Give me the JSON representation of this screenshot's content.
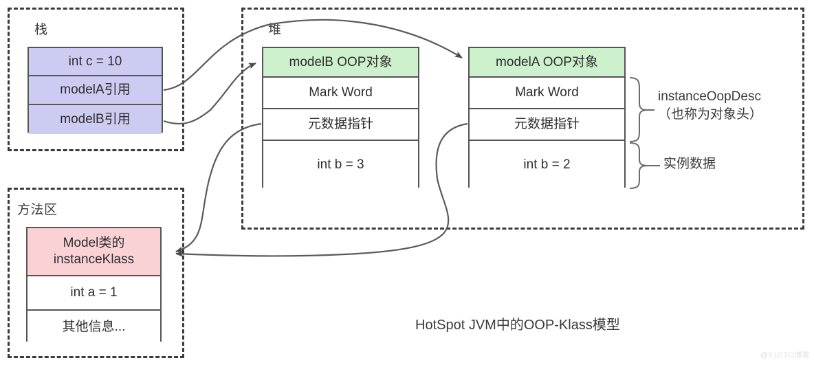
{
  "regions": {
    "stack": {
      "label": "栈"
    },
    "heap": {
      "label": "堆"
    },
    "method_area": {
      "label": "方法区"
    }
  },
  "stack_frame": {
    "name": "stack-frame-box",
    "cells": [
      {
        "text": "int c = 10",
        "fill": "purple"
      },
      {
        "text": "modelA引用",
        "fill": "purple"
      },
      {
        "text": "modelB引用",
        "fill": "purple"
      }
    ]
  },
  "oop_model_b": {
    "name": "modelB-oop-object",
    "cells": [
      {
        "text": "modelB OOP对象",
        "fill": "green"
      },
      {
        "text": "Mark Word",
        "fill": "white"
      },
      {
        "text": "元数据指针",
        "fill": "white"
      },
      {
        "text": "int b = 3",
        "fill": "white"
      }
    ]
  },
  "oop_model_a": {
    "name": "modelA-oop-object",
    "cells": [
      {
        "text": "modelA OOP对象",
        "fill": "green"
      },
      {
        "text": "Mark Word",
        "fill": "white"
      },
      {
        "text": "元数据指针",
        "fill": "white"
      },
      {
        "text": "int b = 2",
        "fill": "white"
      }
    ]
  },
  "instance_klass": {
    "name": "model-instanceKlass-box",
    "cells": [
      {
        "text": "Model类的\ninstanceKlass",
        "fill": "pink"
      },
      {
        "text": "int a = 1",
        "fill": "white"
      },
      {
        "text": "其他信息...",
        "fill": "white"
      }
    ]
  },
  "annotations": {
    "object_header": "instanceOopDesc\n（也称为对象头）",
    "instance_data": "实例数据"
  },
  "caption": "HotSpot JVM中的OOP-Klass模型",
  "watermark": "@51CTO博客",
  "colors": {
    "purple_fill": "#ccccf2",
    "green_fill": "#cdf0cd",
    "pink_fill": "#fad2d5",
    "box_border": "#555555",
    "dash_border": "#3b3b3b",
    "arrow_stroke": "#5a5a5a",
    "text": "#2d2d2d",
    "watermark": "#e2e2e2"
  }
}
